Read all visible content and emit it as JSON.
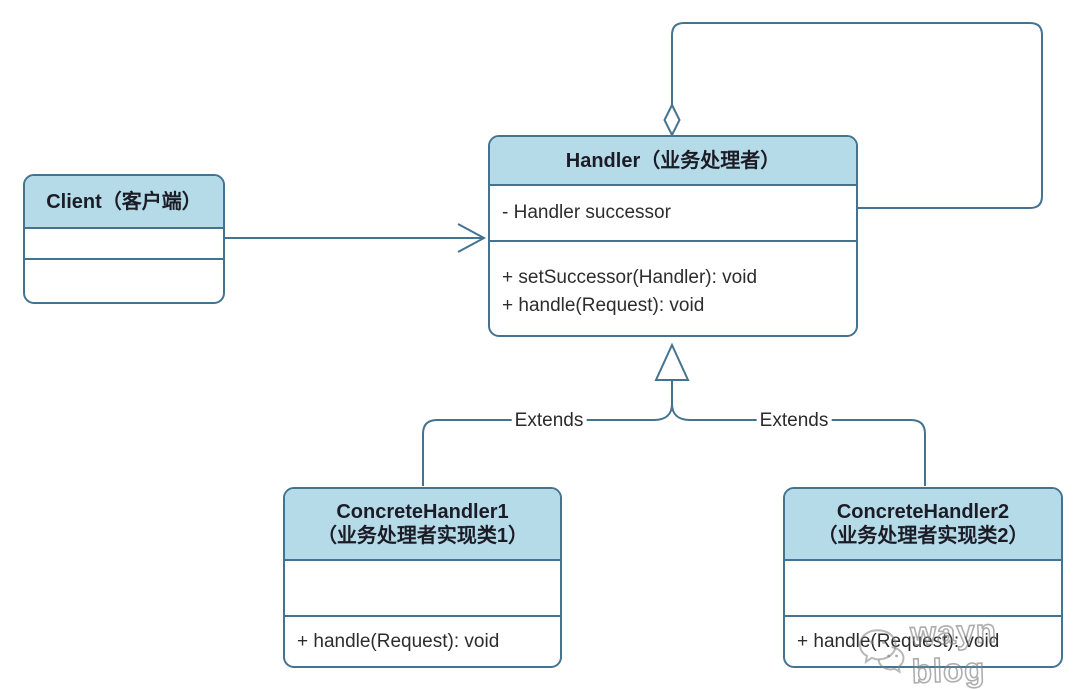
{
  "colors": {
    "stroke": "#44738f",
    "header_fill": "#b5dbe9",
    "text": "#1c1c26",
    "member_text": "#2d2d2d",
    "watermark": "#8f8f8f"
  },
  "classes": {
    "client": {
      "title": "Client（客户端）",
      "attributes": [],
      "methods": []
    },
    "handler": {
      "title": "Handler（业务处理者）",
      "attributes": [
        "- Handler successor"
      ],
      "methods": [
        "+ setSuccessor(Handler): void",
        "+ handle(Request): void"
      ]
    },
    "concrete1": {
      "title_line1": "ConcreteHandler1",
      "title_line2": "（业务处理者实现类1）",
      "attributes": [],
      "methods": [
        "+ handle(Request): void"
      ]
    },
    "concrete2": {
      "title_line1": "ConcreteHandler2",
      "title_line2": "（业务处理者实现类2）",
      "attributes": [],
      "methods": [
        "+ handle(Request): void"
      ]
    }
  },
  "relationships": [
    {
      "type": "association",
      "from": "Client",
      "to": "Handler",
      "label": ""
    },
    {
      "type": "aggregation-self",
      "from": "Handler",
      "to": "Handler",
      "label": ""
    },
    {
      "type": "inheritance",
      "from": "ConcreteHandler1",
      "to": "Handler",
      "label": "Extends"
    },
    {
      "type": "inheritance",
      "from": "ConcreteHandler2",
      "to": "Handler",
      "label": "Extends"
    }
  ],
  "labels": {
    "extends_left": "Extends",
    "extends_right": "Extends"
  },
  "watermark": {
    "text": "wayn blog"
  }
}
